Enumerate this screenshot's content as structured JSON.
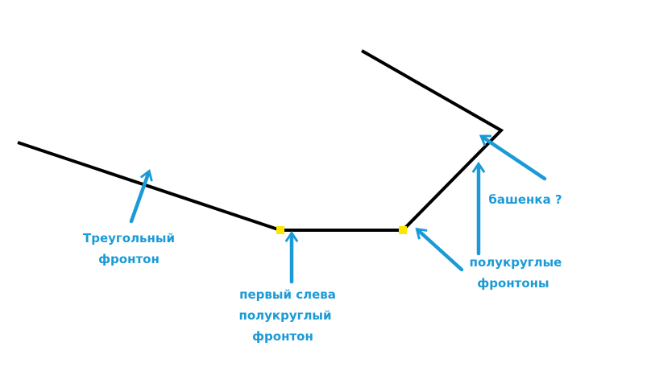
{
  "colors": {
    "outline": "#000000",
    "marker": "#ffe600",
    "annotation": "#1a9ad7"
  },
  "labels": {
    "triangular": [
      "Треугольный",
      "фронтон"
    ],
    "first_left": [
      "первый слева",
      "полукруглый",
      "фронтон"
    ],
    "semicircular": [
      "полукруглые",
      "фронтоны"
    ],
    "tower": [
      "башенка ?"
    ]
  }
}
